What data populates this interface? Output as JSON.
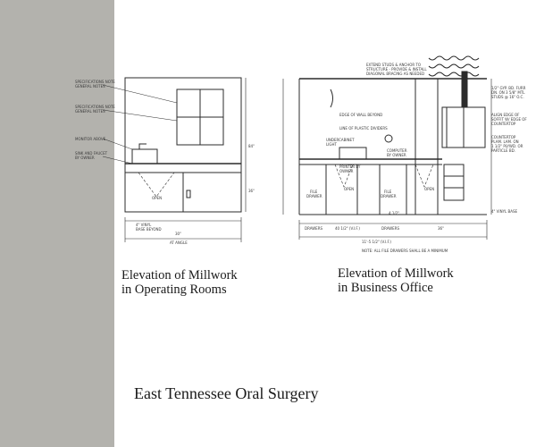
{
  "captions": {
    "operating_rooms": [
      "Elevation of Millwork",
      "in Operating Rooms"
    ],
    "business_office": [
      "Elevation of Millwork",
      "in Business Office"
    ]
  },
  "title": "East Tennessee Oral Surgery",
  "colors": {
    "side_band": "#b3b2ad",
    "line": "#2b2b2b"
  }
}
